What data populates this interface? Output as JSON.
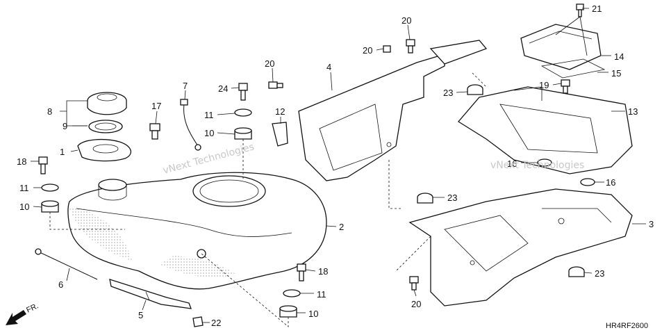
{
  "diagram_code": "HR4RF2600",
  "front_marker": "FR.",
  "watermark": "vNext Technologies",
  "callouts": {
    "c1": "1",
    "c2": "2",
    "c3": "3",
    "c4": "4",
    "c5": "5",
    "c6": "6",
    "c7": "7",
    "c8": "8",
    "c9": "9",
    "c10": "10",
    "c11": "11",
    "c12": "12",
    "c13": "13",
    "c14": "14",
    "c15": "15",
    "c16": "16",
    "c17": "17",
    "c18": "18",
    "c19": "19",
    "c20": "20",
    "c21": "21",
    "c22": "22",
    "c23": "23",
    "c24": "24"
  }
}
